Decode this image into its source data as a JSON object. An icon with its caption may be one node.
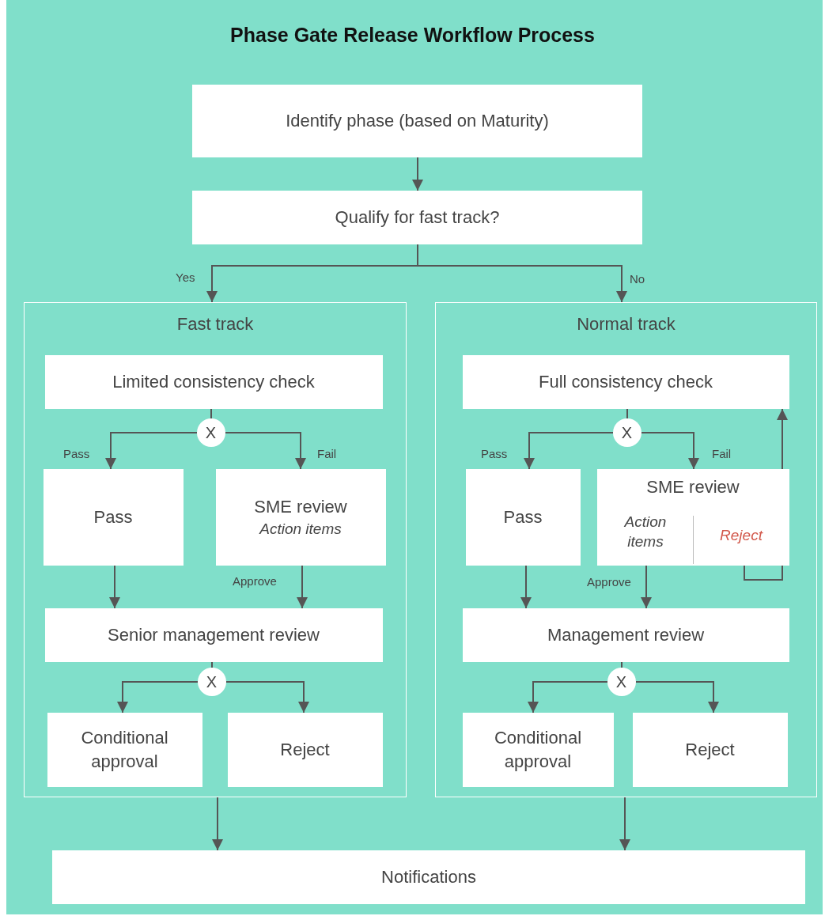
{
  "diagram": {
    "title": "Phase Gate Release Workflow Process",
    "nodes": [
      {
        "text": [
          "Identify phase (based on Maturity)"
        ]
      },
      {
        "text": [
          "Qualify for fast track?"
        ]
      },
      {
        "text": [
          "Fast track"
        ]
      },
      {
        "text": [
          "Limited consistency check"
        ],
        "in": 2
      },
      {
        "text": [
          "X"
        ],
        "in": 2
      },
      {
        "text": [
          "Pass"
        ],
        "in": 2
      },
      {
        "text": [
          "SME review",
          "Action items"
        ],
        "in": 2
      },
      {
        "text": [
          "Senior management review"
        ],
        "in": 2
      },
      {
        "text": [
          "X"
        ],
        "in": 2
      },
      {
        "text": [
          "Conditional approval"
        ],
        "in": 2
      },
      {
        "text": [
          "Reject"
        ],
        "in": 2
      },
      {
        "text": [
          "Normal track"
        ]
      },
      {
        "text": [
          "Full consistency check"
        ],
        "in": 11
      },
      {
        "text": [
          "X"
        ],
        "in": 11
      },
      {
        "text": [
          "Pass"
        ],
        "in": 11
      },
      {
        "text": [
          "SME review"
        ],
        "in": 11
      },
      {
        "text": [
          "Action items"
        ],
        "in": 15
      },
      {
        "text": [
          "Reject"
        ],
        "in": 15
      },
      {
        "text": [
          "Management review"
        ],
        "in": 11
      },
      {
        "text": [
          "X"
        ],
        "in": 11
      },
      {
        "text": [
          "Conditional approval"
        ],
        "in": 11
      },
      {
        "text": [
          "Reject"
        ],
        "in": 11
      },
      {
        "text": [
          "Notifications"
        ]
      }
    ],
    "edges": [
      {
        "from": 0,
        "to": 1,
        "arrow": "to"
      },
      {
        "from": 1,
        "to": 2,
        "arrow": "to",
        "label": "Yes"
      },
      {
        "from": 1,
        "to": 11,
        "arrow": "to",
        "label": "No"
      },
      {
        "from": 3,
        "to": 4,
        "arrow": "none"
      },
      {
        "from": 4,
        "to": 5,
        "arrow": "to",
        "label": "Pass"
      },
      {
        "from": 4,
        "to": 6,
        "arrow": "to",
        "label": "Fail"
      },
      {
        "from": 5,
        "to": 7,
        "arrow": "to"
      },
      {
        "from": 6,
        "to": 7,
        "arrow": "to",
        "label": "Approve"
      },
      {
        "from": 7,
        "to": 8,
        "arrow": "none"
      },
      {
        "from": 8,
        "to": 9,
        "arrow": "to"
      },
      {
        "from": 8,
        "to": 10,
        "arrow": "to"
      },
      {
        "from": 12,
        "to": 13,
        "arrow": "none"
      },
      {
        "from": 13,
        "to": 14,
        "arrow": "to",
        "label": "Pass"
      },
      {
        "from": 13,
        "to": 15,
        "arrow": "to",
        "label": "Fail"
      },
      {
        "from": 14,
        "to": 18,
        "arrow": "to"
      },
      {
        "from": 16,
        "to": 18,
        "arrow": "to",
        "label": "Approve"
      },
      {
        "from": 17,
        "to": 12,
        "arrow": "to"
      },
      {
        "from": 18,
        "to": 19,
        "arrow": "none"
      },
      {
        "from": 19,
        "to": 20,
        "arrow": "to"
      },
      {
        "from": 19,
        "to": 21,
        "arrow": "to"
      },
      {
        "from": 2,
        "to": 22,
        "arrow": "to"
      },
      {
        "from": 11,
        "to": 22,
        "arrow": "to"
      }
    ]
  }
}
